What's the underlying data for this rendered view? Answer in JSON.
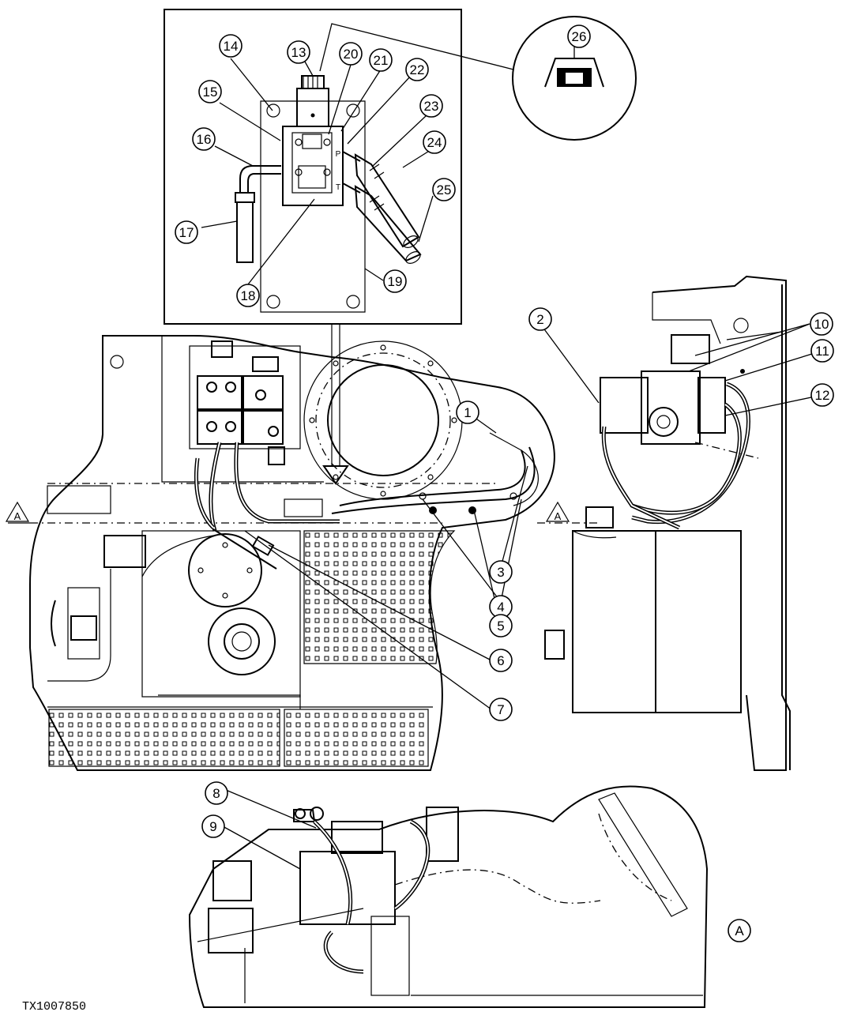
{
  "figure_code": "TX1007850",
  "section_marker": "A",
  "detail_callout": "26",
  "callouts": [
    "1",
    "2",
    "3",
    "4",
    "5",
    "6",
    "7",
    "8",
    "9",
    "10",
    "11",
    "12",
    "13",
    "14",
    "15",
    "16",
    "17",
    "18",
    "19",
    "20",
    "21",
    "22",
    "23",
    "24",
    "25"
  ],
  "port_labels": {
    "pressure": "P",
    "tank": "T"
  }
}
